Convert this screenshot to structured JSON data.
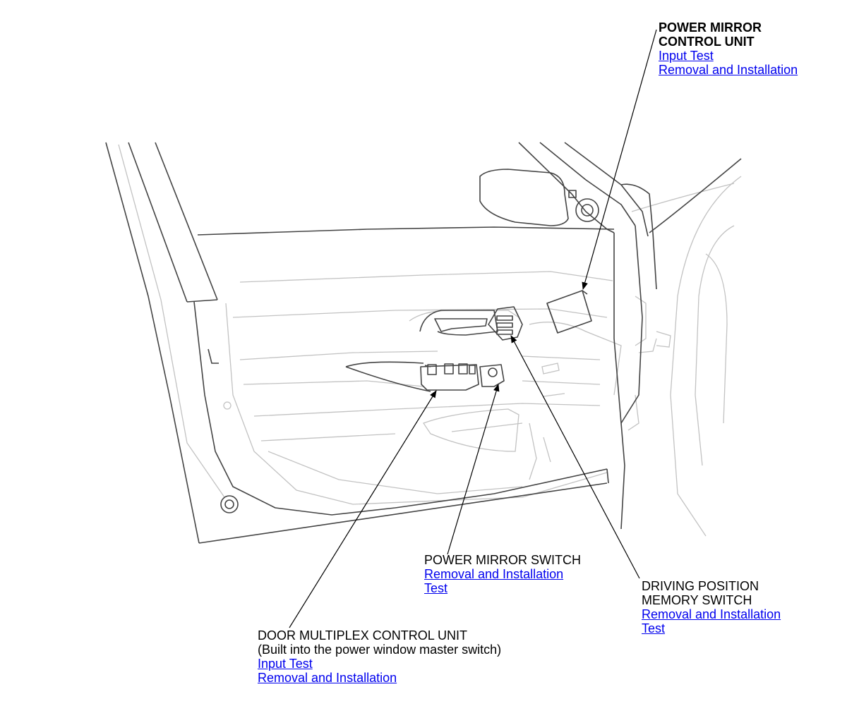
{
  "callouts": {
    "power_mirror_control_unit": {
      "title_line1": "POWER MIRROR",
      "title_line2": "CONTROL UNIT",
      "link1": "Input Test",
      "link2": "Removal and Installation"
    },
    "power_mirror_switch": {
      "title": "POWER MIRROR SWITCH",
      "link1": "Removal and Installation",
      "link2": "Test"
    },
    "driving_position_memory_switch": {
      "title_line1": "DRIVING POSITION",
      "title_line2": "MEMORY SWITCH",
      "link1": "Removal and Installation",
      "link2": "Test"
    },
    "door_multiplex_control_unit": {
      "title": "DOOR MULTIPLEX CONTROL UNIT",
      "subtitle": "(Built into the power window master switch)",
      "link1": "Input Test",
      "link2": "Removal and Installation"
    }
  },
  "colors": {
    "link": "#0000ee",
    "line_dark": "#444444",
    "line_light": "#bdbdbd"
  }
}
